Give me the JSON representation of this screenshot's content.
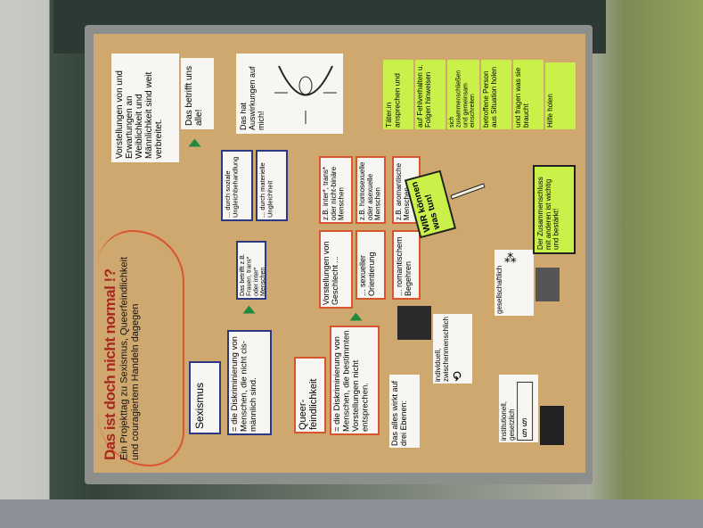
{
  "title": {
    "main": "Das ist doch nicht normal !?",
    "sub1": "Ein Projekttag zu Sexismus, Queerfeindlichkeit",
    "sub2": "und couragiertem Handeln dagegen"
  },
  "sexismus": {
    "term": "Sexismus",
    "definition": "= die Diskriminierung von Menschen, die nicht cis-männlich sind.",
    "note": "Das betrifft z.B. Frauen, trans* oder inter* Menschen"
  },
  "queer": {
    "term": "Queer-feindlichkeit",
    "definition": "= die Diskriminierung von Menschen, die bestimmten Vorstellungen nicht entsprechen."
  },
  "vorstellungen": [
    {
      "label": "Vorstellungen von Geschlecht ...",
      "example": "z.B. inter*, trans* oder nicht-binäre Menschen"
    },
    {
      "label": "... sexueller Orientierung",
      "example": "z.B. homosexuelle oder asexuelle Menschen"
    },
    {
      "label": "... romantischem Begehren",
      "example": "z.B. aromantische Menschen"
    }
  ],
  "top": {
    "expectations": "Vorstellungen von und Erwartungen an Weiblichkeit und Männlichkeit sind weit verbreitet.",
    "alle": "Das betrifft uns alle!",
    "sozial": "... durch soziale Ungleichbehandlung",
    "materiell": "... durch materielle Ungleichheit",
    "mich": "Das hat Auswirkungen auf mich!"
  },
  "ebenen": {
    "intro": "Das alles wirkt auf drei Ebenen:",
    "individuell": "individuell, zwischenmenschlich",
    "gesellschaftlich": "gesellschaftlich",
    "institutionell": "institutionell, gesetzlich",
    "section_sign": "§§"
  },
  "action": {
    "sign": "WIR können was tun!",
    "tips": [
      "Täter.in ansprechen und",
      "auf Fehlverhalten u. Folgen hinweisen",
      "sich zusammenschließen und gemeinsam einschreiten",
      "betroffene Person aus Situation holen",
      "und fragen was sie braucht",
      "Hilfe holen"
    ],
    "zusammenschluss": "Der Zusammenschluss mit anderen ist wichtig und bestärkt!"
  }
}
